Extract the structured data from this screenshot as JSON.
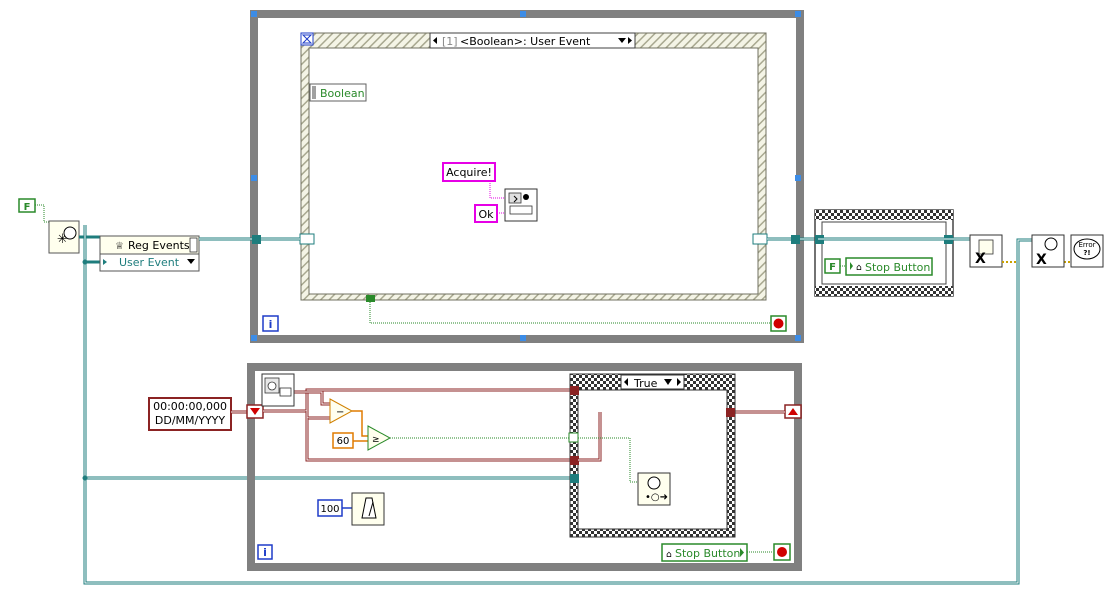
{
  "constants": {
    "false_left": "F",
    "false_flat": "F",
    "sixty": "60",
    "hundred": "100",
    "timestamp_time": "00:00:00,000",
    "timestamp_date": "DD/MM/YYYY"
  },
  "reg_events": {
    "title": "Reg Events",
    "item": "User Event"
  },
  "event_structure": {
    "case_index": "[1]",
    "case_label": "<Boolean>: User Event",
    "boolean_label": "Boolean",
    "acquire_string": "Acquire!",
    "ok_string": "Ok",
    "iteration": "i"
  },
  "flat_sequence": {
    "stop_button": "Stop Button"
  },
  "lower_loop": {
    "case_selector": "True",
    "stop_button": "Stop Button",
    "iteration": "i"
  },
  "error_handler": {
    "glyph": "Error ?!"
  },
  "colors": {
    "loop_frame": "#808080",
    "blue_corner": "#3c8ce6",
    "wire_cluster": "#1e7d7d",
    "wire_timestamp": "#8b2323",
    "wire_boolean": "#2a8a2a",
    "wire_string": "#e600e6",
    "wire_numeric_orange": "#e07b00",
    "wire_numeric_blue": "#1e3cc8",
    "stop_red": "#d00000"
  }
}
